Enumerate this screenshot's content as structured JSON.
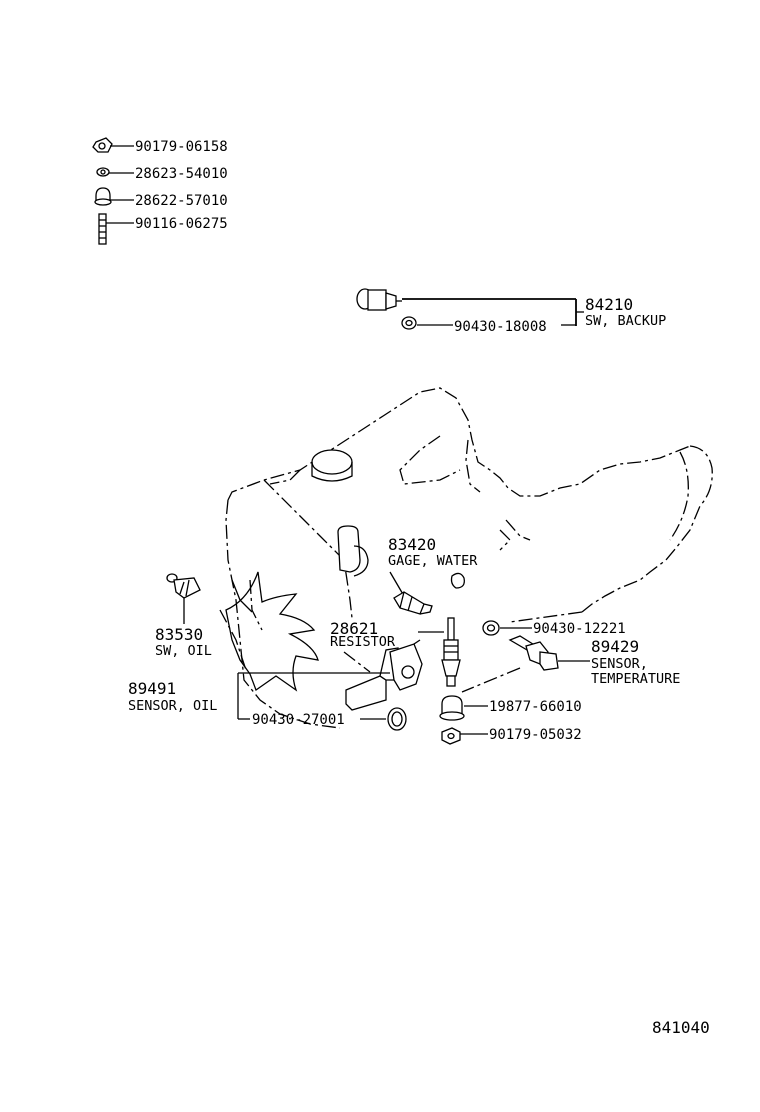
{
  "legend": [
    {
      "part_no": "90179-06158",
      "icon": "nut-icon"
    },
    {
      "part_no": "28623-54010",
      "icon": "small-nut-icon"
    },
    {
      "part_no": "28622-57010",
      "icon": "cap-nut-icon"
    },
    {
      "part_no": "90116-06275",
      "icon": "stud-bolt-icon"
    }
  ],
  "callouts": {
    "sw_backup": {
      "number": "84210",
      "desc": "SW, BACKUP",
      "gasket": "90430-18008"
    },
    "gage_water": {
      "number": "83420",
      "desc": "GAGE, WATER"
    },
    "resistor": {
      "number": "28621",
      "desc": "RESISTOR"
    },
    "sw_oil": {
      "number": "83530",
      "desc": "SW, OIL"
    },
    "sensor_oil": {
      "number": "89491",
      "desc": "SENSOR, OIL",
      "gasket": "90430-27001"
    },
    "gasket_12221": {
      "part_no": "90430-12221"
    },
    "sensor_temp": {
      "number": "89429",
      "desc_1": "SENSOR,",
      "desc_2": "TEMPERATURE"
    },
    "cap_66010": {
      "part_no": "19877-66010"
    },
    "nut_05032": {
      "part_no": "90179-05032"
    }
  },
  "figure_id": "841040"
}
